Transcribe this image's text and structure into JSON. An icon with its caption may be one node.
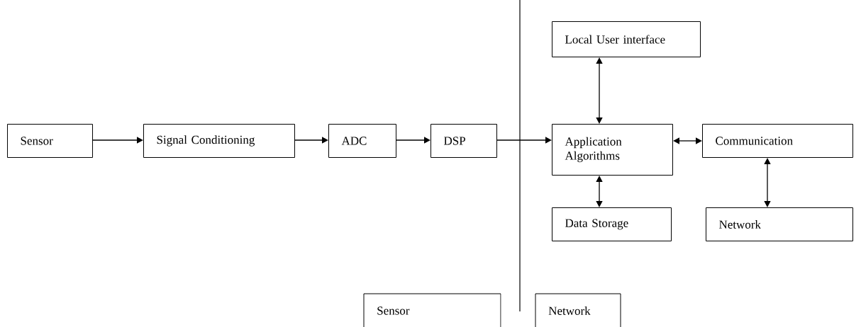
{
  "diagram": {
    "nodes": [
      {
        "text": [
          "Local User interface"
        ]
      },
      {
        "text": [
          "Sensor"
        ]
      },
      {
        "text": [
          "Signal Conditioning"
        ]
      },
      {
        "text": [
          "ADC"
        ]
      },
      {
        "text": [
          "DSP"
        ]
      },
      {
        "text": [
          "Application Algorithms"
        ]
      },
      {
        "text": [
          "Communication"
        ]
      },
      {
        "text": [
          "Data Storage"
        ]
      },
      {
        "text": [
          "Network"
        ]
      },
      {
        "text": [
          "Sensor"
        ]
      },
      {
        "text": [
          "Network"
        ]
      }
    ],
    "edges": [
      {
        "from": 1,
        "to": 2,
        "arrow": "to"
      },
      {
        "from": 2,
        "to": 3,
        "arrow": "to"
      },
      {
        "from": 3,
        "to": 4,
        "arrow": "to"
      },
      {
        "from": 4,
        "to": 5,
        "arrow": "to"
      },
      {
        "from": 0,
        "to": 5,
        "arrow": "both"
      },
      {
        "from": 5,
        "to": 6,
        "arrow": "both"
      },
      {
        "from": 5,
        "to": 7,
        "arrow": "both"
      },
      {
        "from": 6,
        "to": 8,
        "arrow": "both"
      }
    ]
  }
}
